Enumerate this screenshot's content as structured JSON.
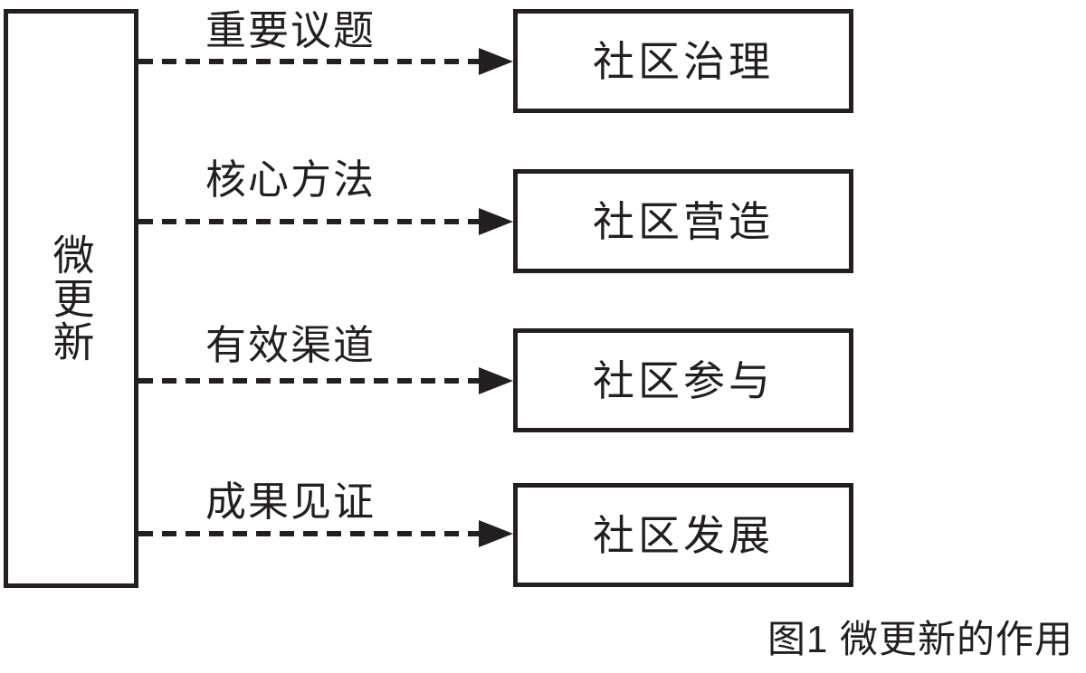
{
  "diagram": {
    "type": "flow",
    "source": {
      "label": "微更新"
    },
    "rows": [
      {
        "edge_label": "重要议题",
        "target_label": "社区治理"
      },
      {
        "edge_label": "核心方法",
        "target_label": "社区营造"
      },
      {
        "edge_label": "有效渠道",
        "target_label": "社区参与"
      },
      {
        "edge_label": "成果见证",
        "target_label": "社区发展"
      }
    ],
    "caption": "图1 微更新的作用",
    "colors": {
      "ink": "#231f20",
      "background": "#ffffff"
    },
    "arrow_style": "dashed-with-solid-arrowhead"
  }
}
